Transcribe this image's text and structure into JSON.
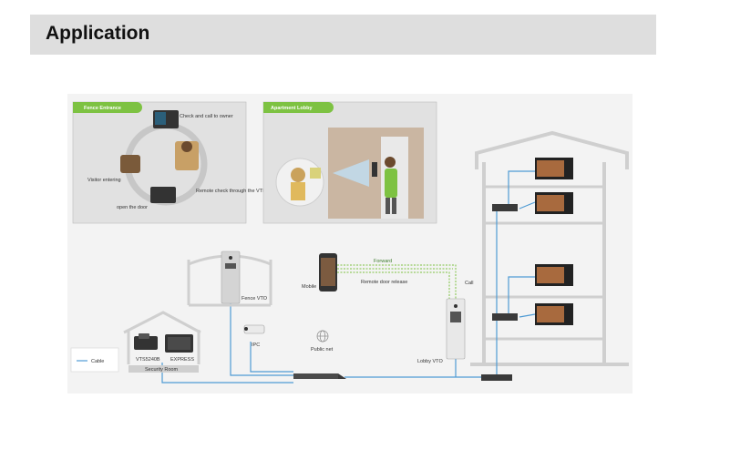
{
  "header": {
    "title": "Application"
  },
  "panels": {
    "fence": {
      "tab": "Fence Entrance",
      "steps": [
        "Check and call to owner",
        "Visitor entering",
        "Remote check through the VTH which is installed at the entrance",
        "open the door"
      ]
    },
    "lobby": {
      "tab": "Apartment Lobby"
    }
  },
  "devices": {
    "fence_vto": "Fence VTO",
    "mobile": "Mobile",
    "ipc": "IPC",
    "public_net": "Public net",
    "lobby_vto": "Lobby VTO",
    "vts": "VTS5240B",
    "express": "EXPRESS",
    "security_room": "Security Room"
  },
  "links": {
    "forward": "Forward",
    "remote_release": "Remote door release",
    "call": "Call"
  },
  "legend": {
    "cable": "Cable"
  },
  "colors": {
    "cable": "#4f9bd4",
    "wireless": "#7dc242",
    "panel_tab": "#7dc242"
  }
}
